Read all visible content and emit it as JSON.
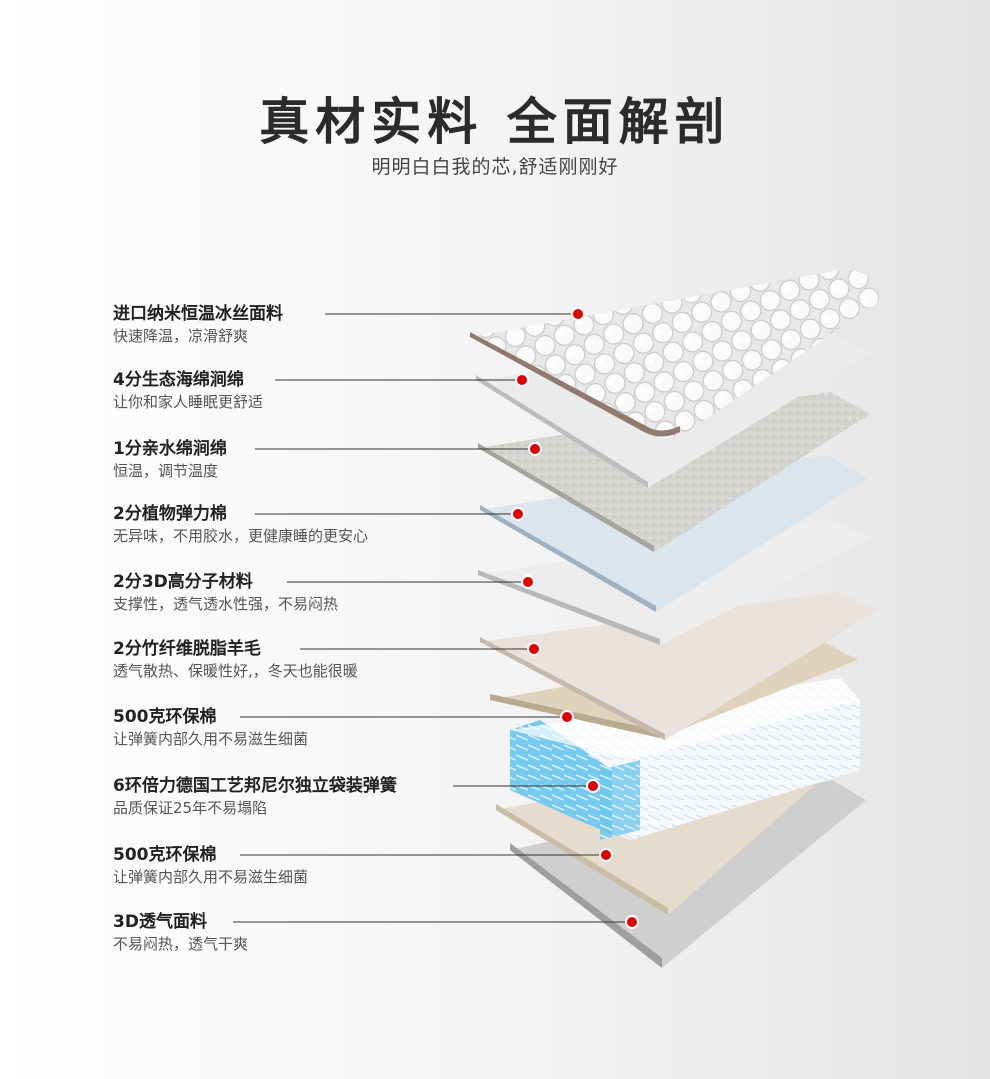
{
  "header": {
    "title": "真材实料 全面解剖",
    "subtitle": "明明白白我的芯,舒适刚刚好"
  },
  "layers": [
    {
      "name": "进口纳米恒温冰丝面料",
      "desc": "快速降温，凉滑舒爽"
    },
    {
      "name": "4分生态海绵涧绵",
      "desc": "让你和家人睡眠更舒适"
    },
    {
      "name": "1分亲水绵涧绵",
      "desc": "恒温，调节温度"
    },
    {
      "name": "2分植物弹力棉",
      "desc": "无异味，不用胶水，更健康睡的更安心"
    },
    {
      "name": "2分3D高分子材料",
      "desc": "支撑性，透气透水性强，不易闷热"
    },
    {
      "name": "2分竹纤维脱脂羊毛",
      "desc": "透气散热、保暖性好,，冬天也能很暖"
    },
    {
      "name": "500克环保棉",
      "desc": "让弹簧内部久用不易滋生细菌"
    },
    {
      "name": "6环倍力德国工艺邦尼尔独立袋装弹簧",
      "desc": "品质保证25年不易塌陷"
    },
    {
      "name": "500克环保棉",
      "desc": "让弹簧内部久用不易滋生细菌"
    },
    {
      "name": "3D透气面料",
      "desc": "不易闷热，透气干爽"
    }
  ],
  "colors": {
    "dot": "#e00000",
    "leader_line": "#333333"
  }
}
